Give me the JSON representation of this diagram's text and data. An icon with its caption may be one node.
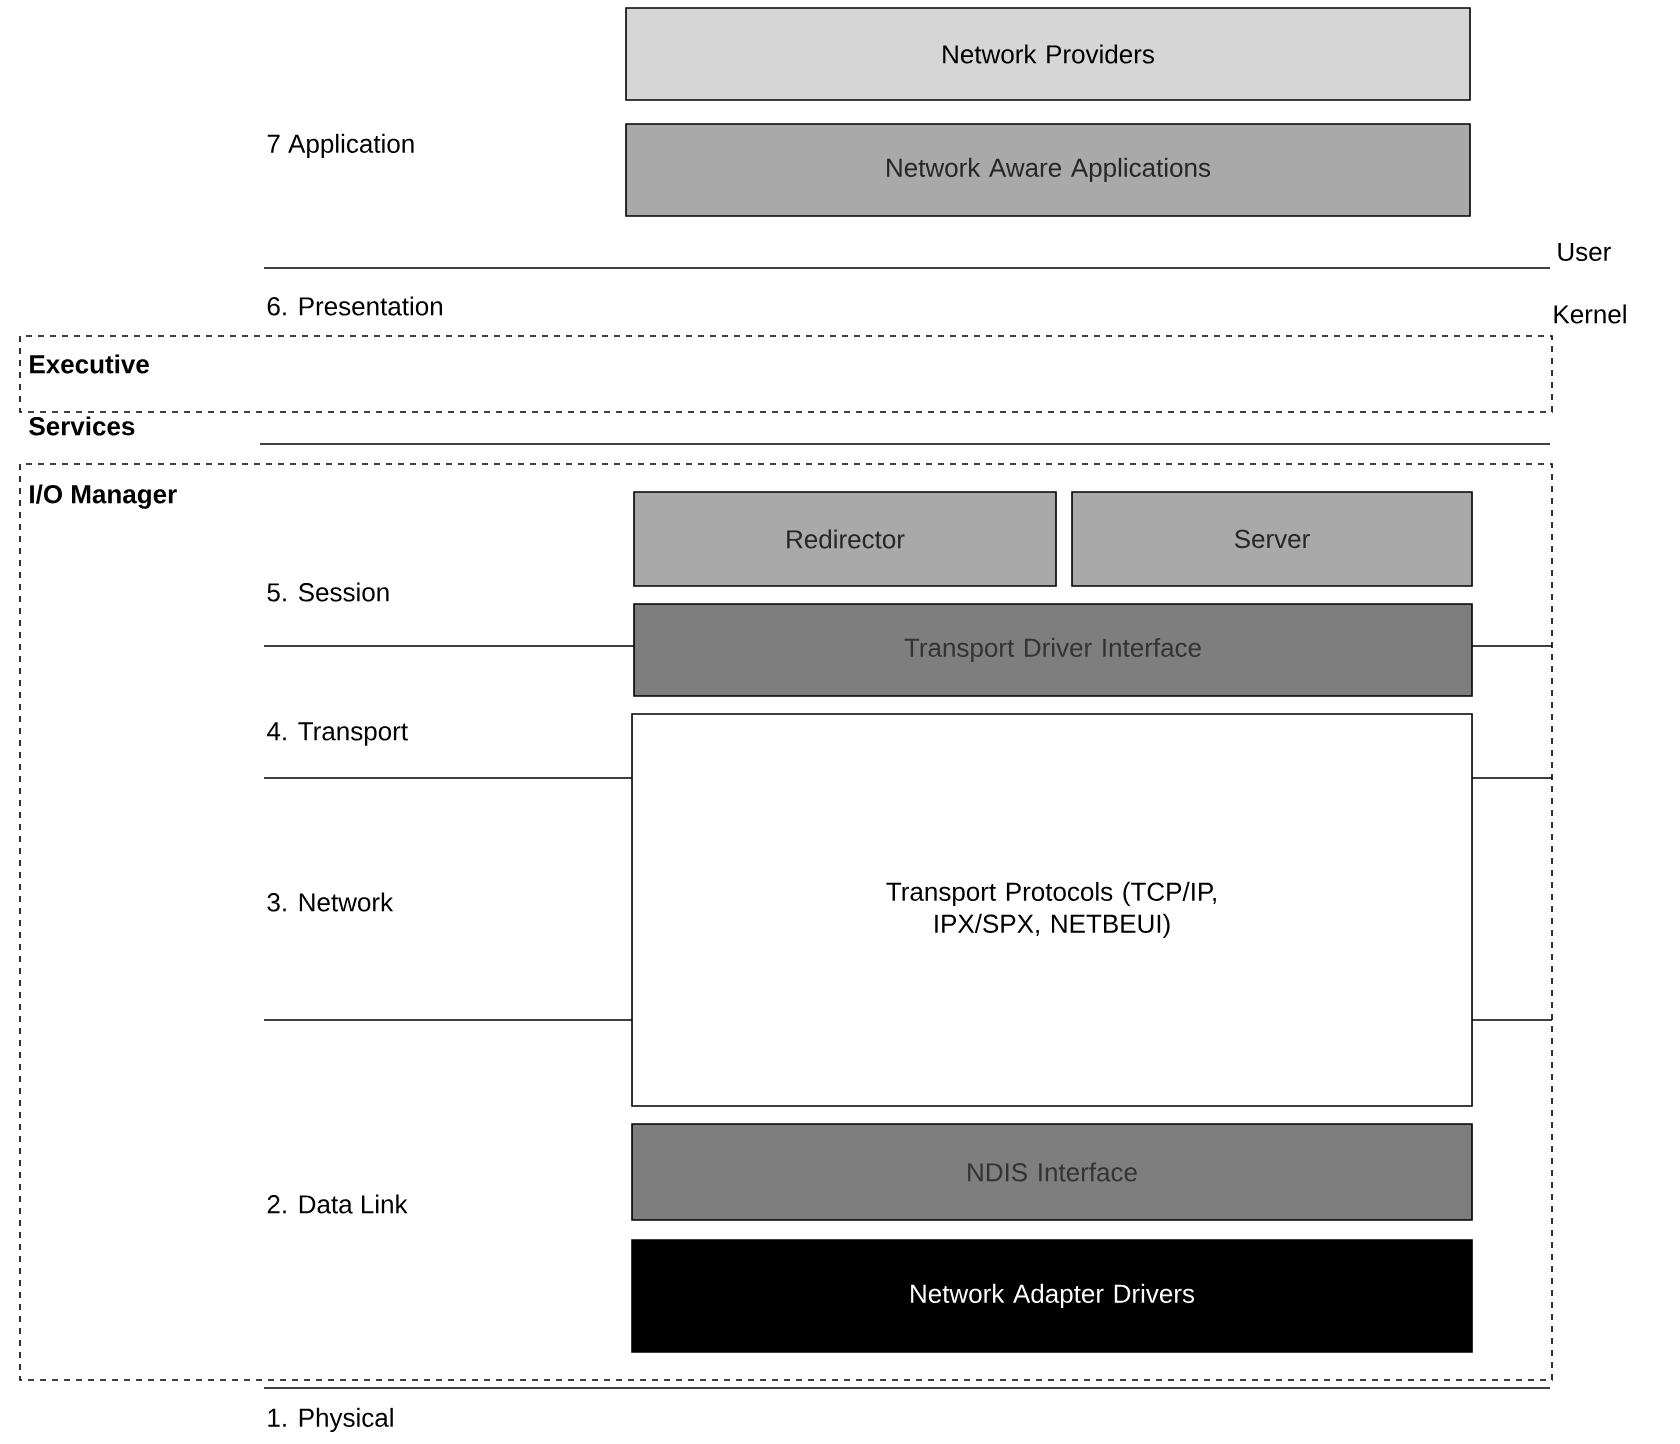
{
  "diagram": {
    "nodes": [
      {
        "text": [
          "Network Providers"
        ]
      },
      {
        "text": [
          "Network Aware Applications"
        ]
      },
      {
        "text": [
          "Executive Services"
        ]
      },
      {
        "text": [
          "I/O Manager"
        ]
      },
      {
        "text": [
          "Redirector"
        ],
        "in": 3
      },
      {
        "text": [
          "Server"
        ],
        "in": 3
      },
      {
        "text": [
          "Transport Driver Interface"
        ],
        "in": 3
      },
      {
        "text": [
          "Transport Protocols (TCP/IP, IPX/SPX, NETBEUI)"
        ],
        "in": 3
      },
      {
        "text": [
          "NDIS Interface"
        ],
        "in": 3
      },
      {
        "text": [
          "Network Adapter Drivers"
        ],
        "in": 3
      }
    ],
    "labels": [
      "7 Application",
      "User",
      "6. Presentation",
      "Kernel",
      "5. Session",
      "4. Transport",
      "3. Network",
      "2. Data Link",
      "1. Physical"
    ]
  }
}
